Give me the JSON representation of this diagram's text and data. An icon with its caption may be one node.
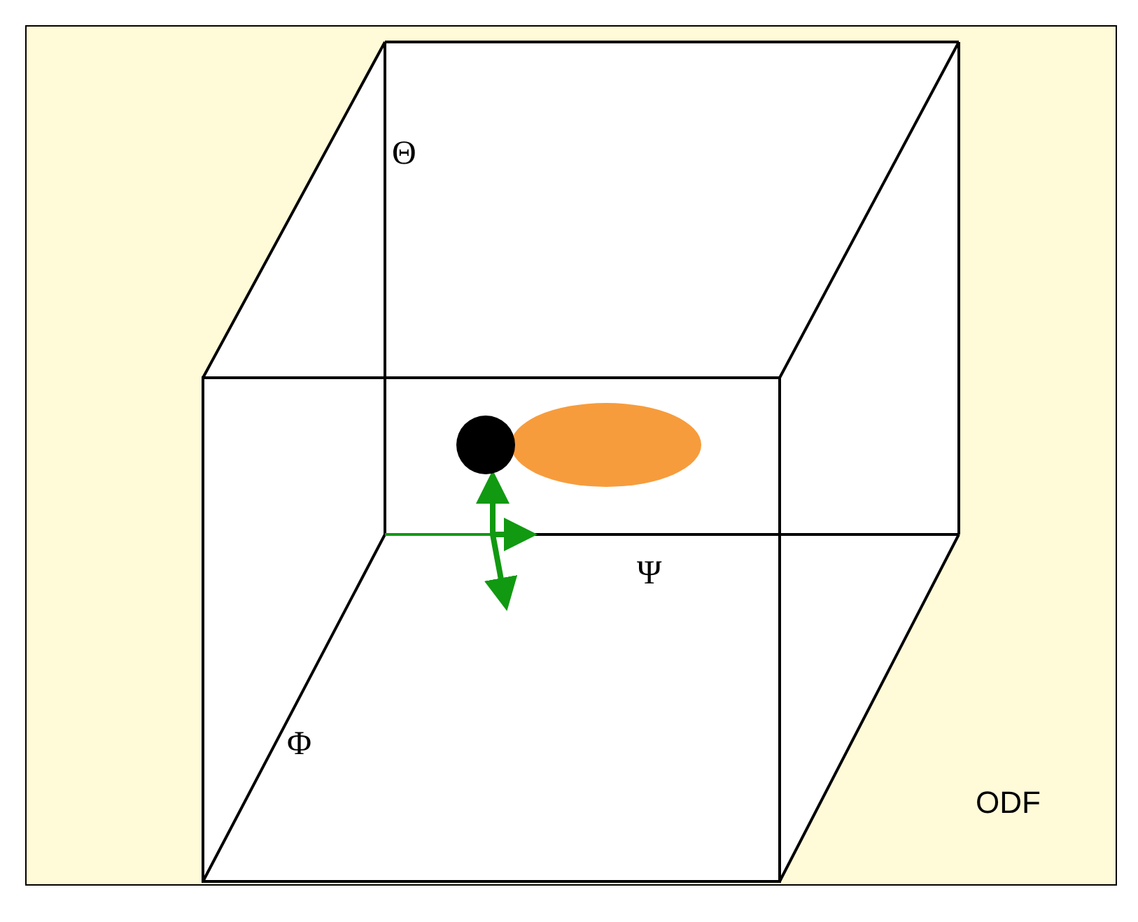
{
  "diagram": {
    "labels": [
      "Θ",
      "Ψ",
      "Φ",
      "ODF"
    ]
  }
}
